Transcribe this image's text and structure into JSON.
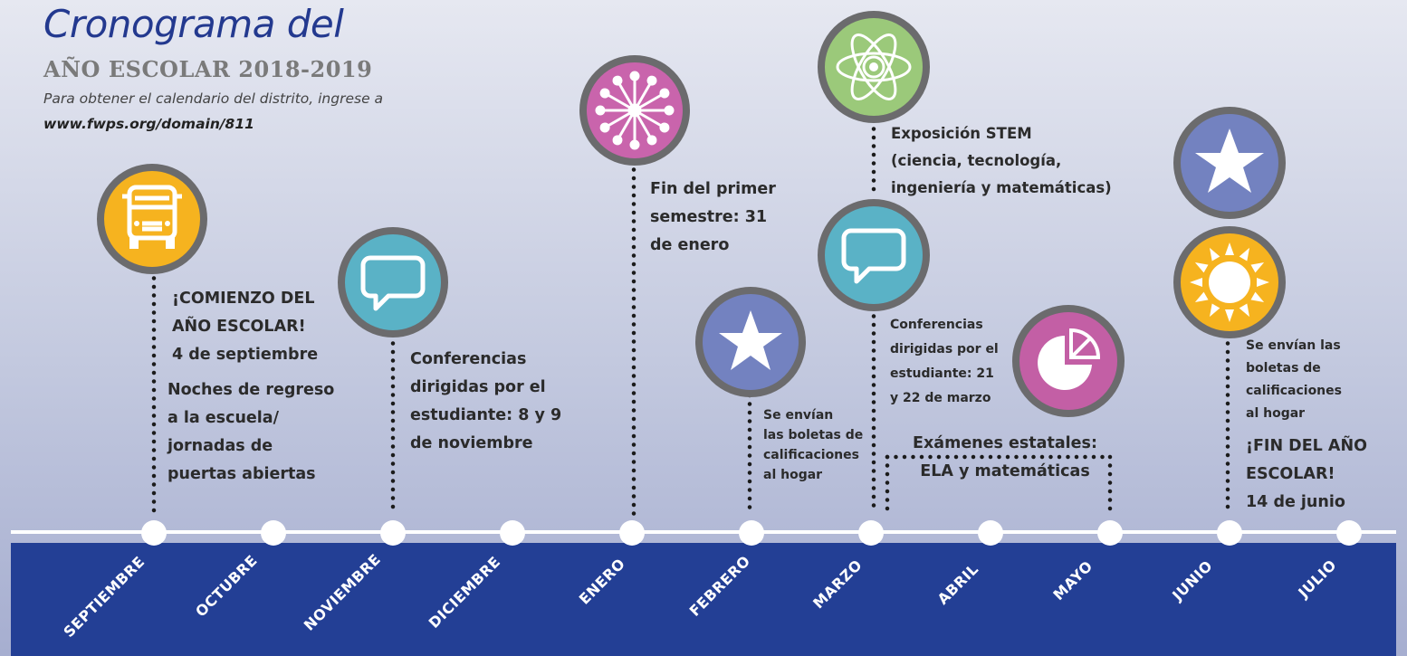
{
  "header": {
    "title": "Cronograma del",
    "subtitle": "AÑO ESCOLAR 2018-2019",
    "intro": "Para obtener el calendario del distrito, ingrese a",
    "url": "www.fwps.org/domain/811"
  },
  "months": [
    "SEPTIEMBRE",
    "OCTUBRE",
    "NOVIEMBRE",
    "DICIEMBRE",
    "ENERO",
    "FEBRERO",
    "MARZO",
    "ABRIL",
    "MAYO",
    "JUNIO",
    "JULIO"
  ],
  "events": {
    "sep_start": [
      "¡COMIENZO DEL",
      "AÑO ESCOLAR!",
      "4 de septiembre"
    ],
    "sep_nights": [
      "Noches de regreso",
      "a la escuela/",
      "jornadas de",
      "puertas abiertas"
    ],
    "nov_conf": [
      "Conferencias",
      "dirigidas por el",
      "estudiante: 8 y 9",
      "de noviembre"
    ],
    "jan_end": [
      "Fin del primer",
      "semestre: 31",
      "de enero"
    ],
    "feb_report": [
      "Se envían",
      "las boletas de",
      "calificaciones",
      "al hogar"
    ],
    "mar_stem": [
      "Exposición STEM",
      "(ciencia, tecnología,",
      "ingeniería y matemáticas)"
    ],
    "mar_conf": [
      "Conferencias",
      "dirigidas por el",
      "estudiante: 21",
      "y 22 de marzo"
    ],
    "state_exams": [
      "Exámenes estatales:",
      "ELA y matemáticas"
    ],
    "jun_report": [
      "Se envían las",
      "boletas de",
      "calificaciones",
      "al hogar"
    ],
    "jun_end": [
      "¡FIN DEL AÑO",
      "ESCOLAR!",
      "14 de junio"
    ]
  },
  "colors": {
    "band": "#233f95",
    "title": "#23398f",
    "bus": "#f6b31f",
    "chat": "#5ab2c6",
    "star": "#7382c0",
    "snowflake": "#c964ac",
    "atom": "#9bc97a",
    "pie": "#c35fa5",
    "sun": "#f6b31f"
  }
}
